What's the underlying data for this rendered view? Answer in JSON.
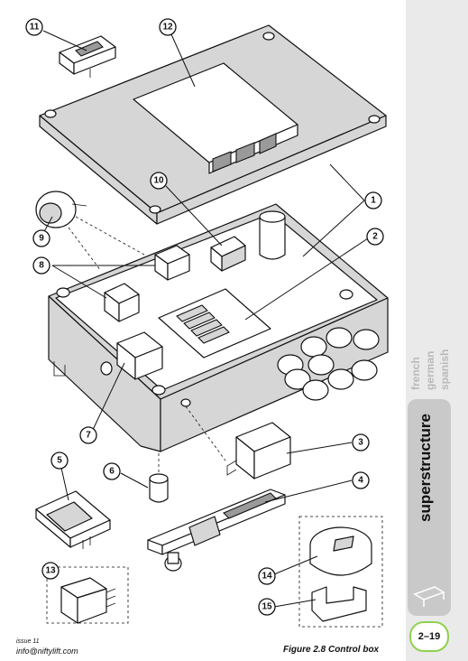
{
  "callouts": [
    "1",
    "2",
    "3",
    "4",
    "5",
    "6",
    "7",
    "8",
    "9",
    "10",
    "11",
    "12",
    "13",
    "14",
    "15"
  ],
  "sidebar": {
    "languages": [
      "french",
      "german",
      "spanish"
    ],
    "active_section": "superstructure"
  },
  "page_number": "2–19",
  "footer": {
    "issue": "issue 11",
    "email": "info@niftylift.com"
  },
  "caption": "Figure 2.8  Control box",
  "colors": {
    "badge_ring": "#8fd14f",
    "sidebar_bg": "#eaeaea",
    "tab_bg": "#c9c9c9",
    "lang_text": "#b9b9b9"
  }
}
